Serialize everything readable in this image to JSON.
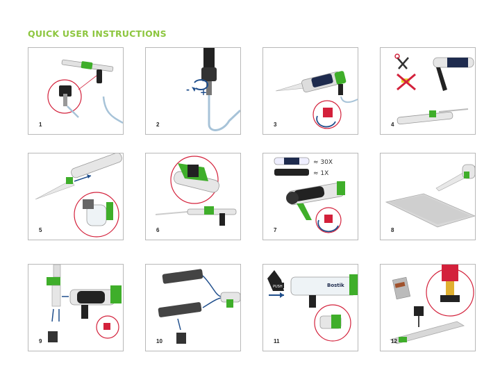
{
  "title": "QUICK USER INSTRUCTIONS",
  "colors": {
    "accent": "#8dc63f",
    "gun_green": "#3fae2a",
    "seal_red": "#d3213b",
    "hose": "#a7c3d8",
    "frame": "#b8b8b8"
  },
  "steps": [
    {
      "number": "1"
    },
    {
      "number": "2",
      "labels": {
        "minus": "-",
        "plus": "+"
      }
    },
    {
      "number": "3"
    },
    {
      "number": "4"
    },
    {
      "number": "5"
    },
    {
      "number": "6"
    },
    {
      "number": "7",
      "labels": {
        "small_cartridges": "≈ 30X",
        "large_cartridges": "≈ 1X"
      }
    },
    {
      "number": "8"
    },
    {
      "number": "9"
    },
    {
      "number": "10"
    },
    {
      "number": "11",
      "labels": {
        "push": "PUSH",
        "brand": "Bostik"
      }
    },
    {
      "number": "12"
    }
  ]
}
